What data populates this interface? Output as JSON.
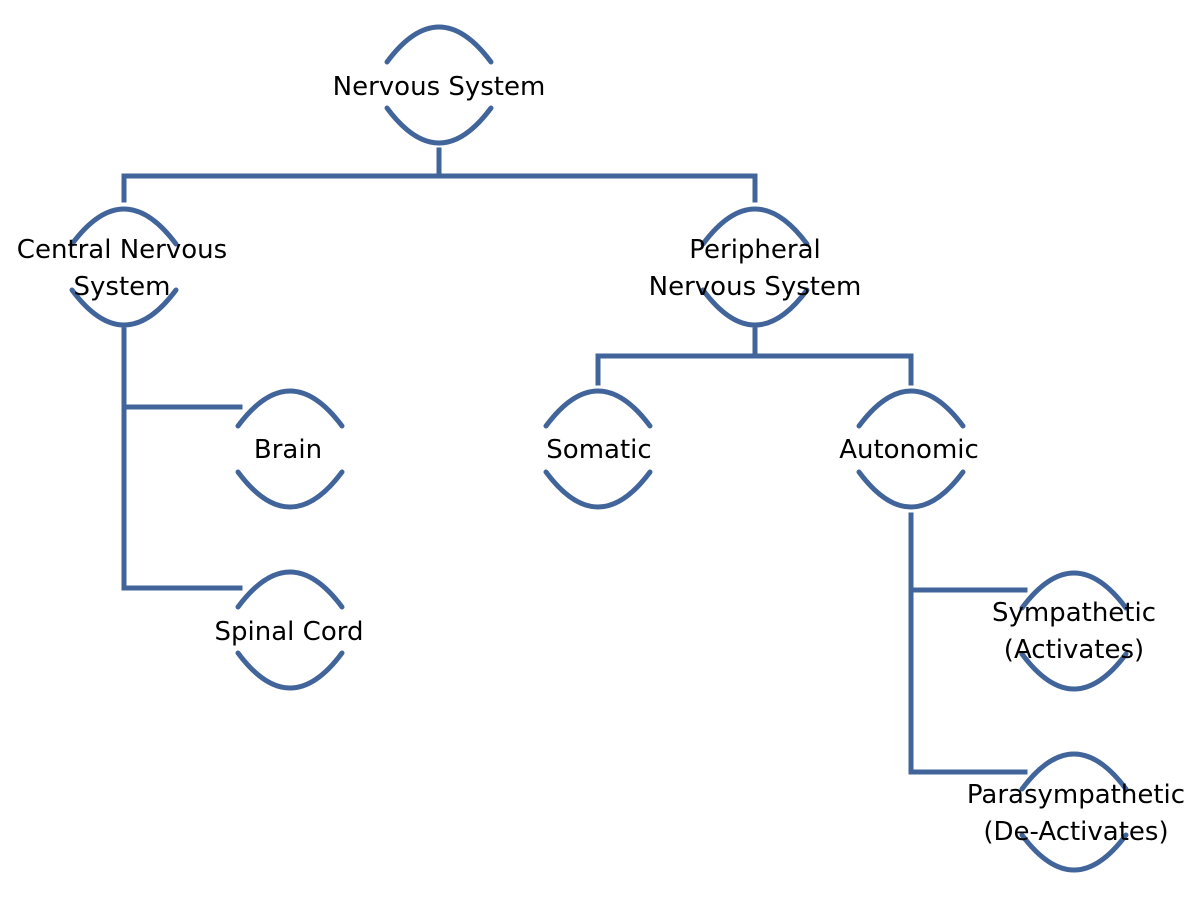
{
  "diagram": {
    "line_color": "#41659A",
    "text_color": "#000000",
    "nodes": {
      "nervous_system": {
        "lines": [
          "Nervous System"
        ]
      },
      "central": {
        "lines": [
          "Central Nervous",
          "System"
        ]
      },
      "peripheral": {
        "lines": [
          "Peripheral",
          "Nervous System"
        ]
      },
      "brain": {
        "lines": [
          "Brain"
        ]
      },
      "spinal_cord": {
        "lines": [
          "Spinal Cord"
        ]
      },
      "somatic": {
        "lines": [
          "Somatic"
        ]
      },
      "autonomic": {
        "lines": [
          "Autonomic"
        ]
      },
      "sympathetic": {
        "lines": [
          "Sympathetic",
          "(Activates)"
        ]
      },
      "parasympathetic": {
        "lines": [
          "Parasympathetic",
          "(De-Activates)"
        ]
      }
    }
  }
}
